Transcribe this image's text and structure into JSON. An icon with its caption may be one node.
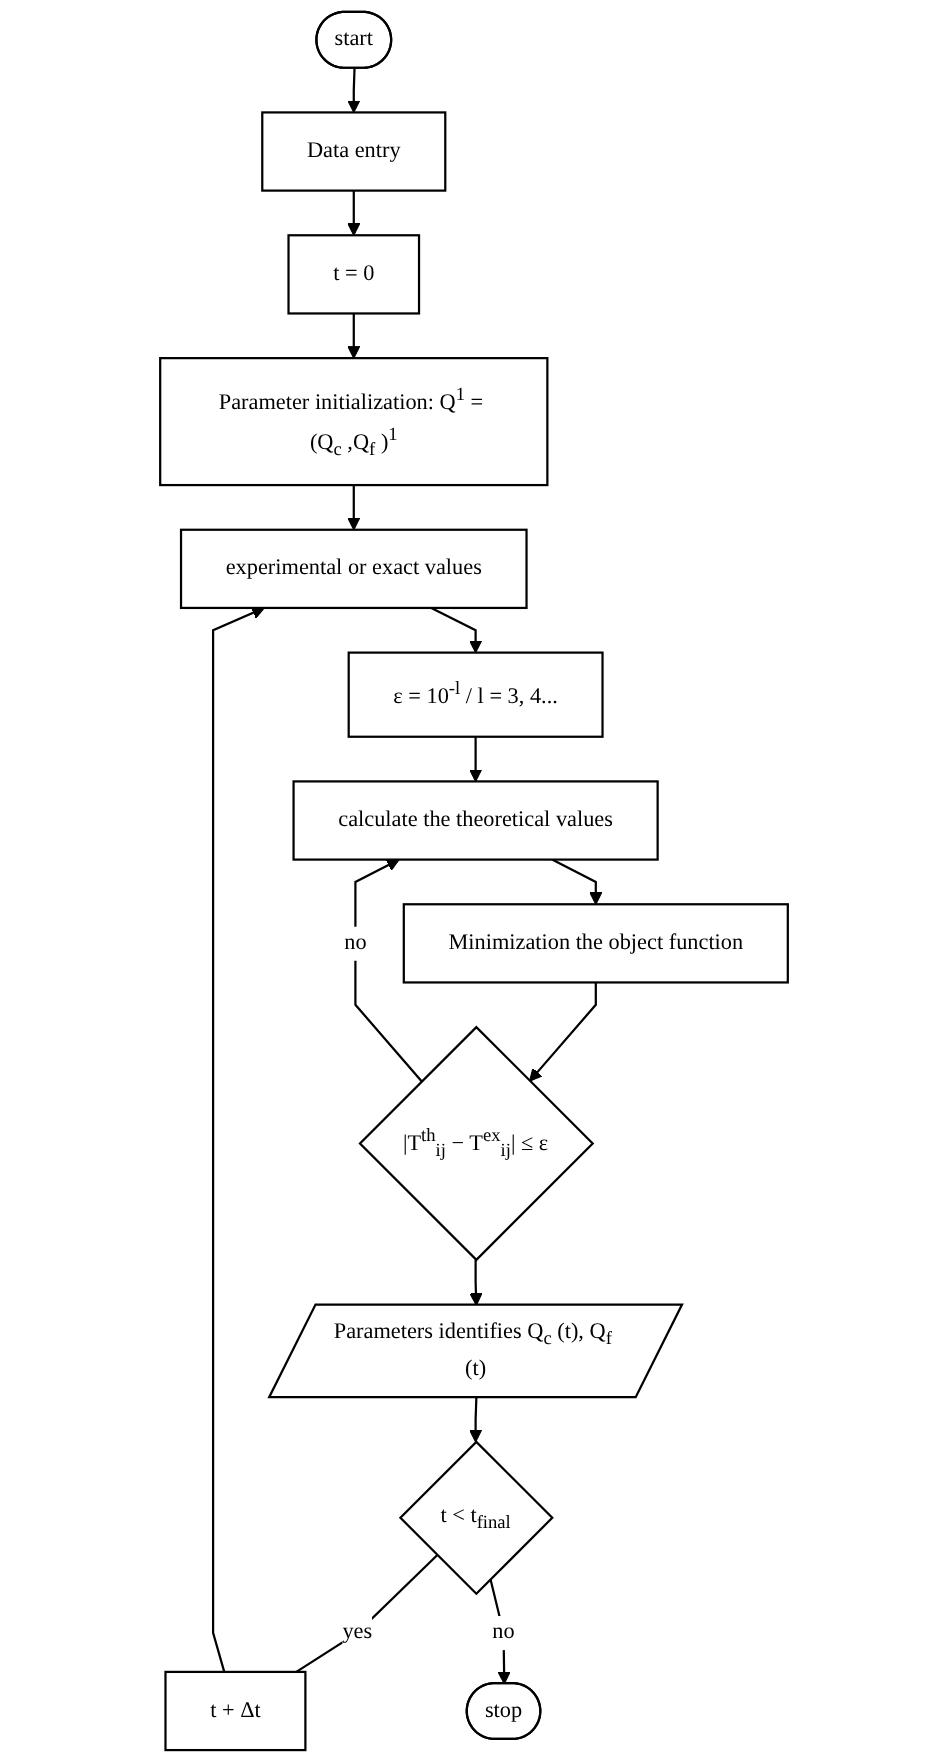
{
  "diagram": {
    "nodes": [
      {
        "text": [
          "start"
        ]
      },
      {
        "text": [
          "Data entry"
        ]
      },
      {
        "text": [
          "t = 0"
        ]
      },
      {
        "text": [
          "Parameter initialization: Q$^{1}$ = (Q$_{c}$ ,Q$_{f}$ )$^{1}$"
        ]
      },
      {
        "text": [
          "experimental or exact values"
        ]
      },
      {
        "text": [
          "ε = 10$^{-l}$ / l = 3, 4..."
        ]
      },
      {
        "text": [
          "calculate the theoretical values"
        ]
      },
      {
        "text": [
          "Minimization the object function"
        ]
      },
      {
        "text": [
          "|T$^{th}$$_{ij}$ − T$^{ex}$$_{ij}$| ≤ ε"
        ]
      },
      {
        "text": [
          "t + Δt"
        ]
      },
      {
        "text": [
          "Parameters identifies Q$_{c}$ (t), Q$_{f}$ (t)"
        ]
      },
      {
        "text": [
          "t < t$_{final}$"
        ]
      },
      {
        "text": [
          "stop"
        ]
      }
    ],
    "edges": [
      {
        "from": 0,
        "to": 1,
        "arrow": "to"
      },
      {
        "from": 1,
        "to": 2,
        "arrow": "to"
      },
      {
        "from": 2,
        "to": 3,
        "arrow": "to"
      },
      {
        "from": 3,
        "to": 4,
        "arrow": "to"
      },
      {
        "from": 4,
        "to": 5,
        "arrow": "to"
      },
      {
        "from": 5,
        "to": 6,
        "arrow": "to"
      },
      {
        "from": 6,
        "to": 7,
        "arrow": "to"
      },
      {
        "from": 7,
        "to": 8,
        "arrow": "to"
      },
      {
        "from": 8,
        "to": 6,
        "label": "no",
        "arrow": "to"
      },
      {
        "from": 8,
        "to": 10,
        "arrow": "to"
      },
      {
        "from": 10,
        "to": 11,
        "arrow": "to"
      },
      {
        "from": 11,
        "to": 9,
        "label": "yes",
        "arrow": "none"
      },
      {
        "from": 9,
        "to": 4,
        "arrow": "to"
      },
      {
        "from": 11,
        "to": 12,
        "label": "no",
        "arrow": "to"
      }
    ]
  }
}
